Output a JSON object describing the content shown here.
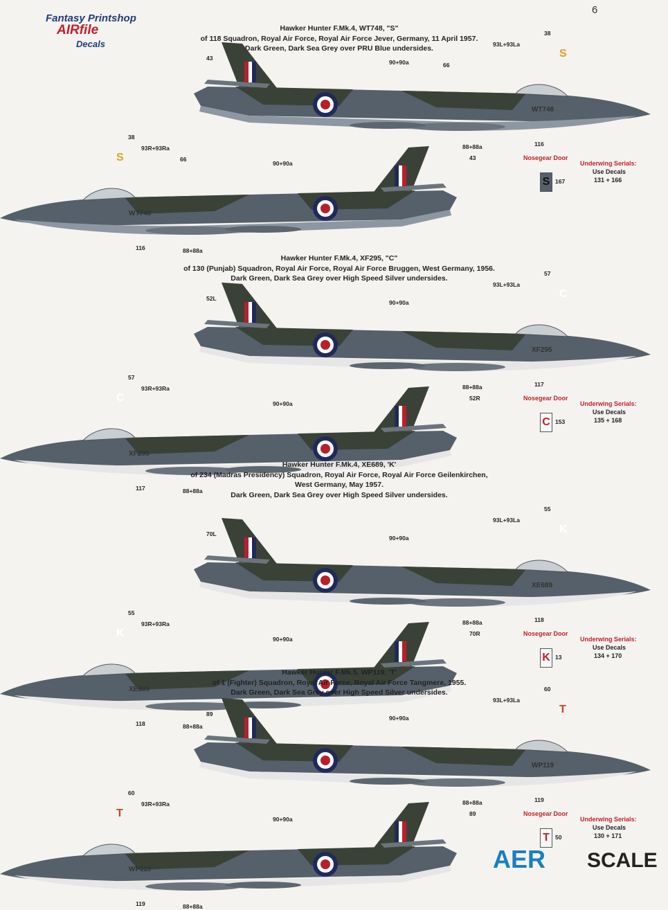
{
  "page_number": "6",
  "brand": {
    "line1": "Fantasy Printshop",
    "line2": "AIRfile",
    "line3": "Decals"
  },
  "watermark": {
    "aero": "AER",
    "scale": "SCALE"
  },
  "profiles": [
    {
      "caption": [
        "Hawker Hunter F.Mk.4, WT748, \"S\"",
        "of 118 Squadron, Royal Air Force, Royal Air Force Jever, Germany, 11 April 1957.",
        "Dark Green, Dark Sea Grey over PRU Blue undersides."
      ],
      "code": "S",
      "code_color": "#e0a020",
      "serial": "WT748",
      "under_color": "#8d97a2",
      "port_callouts": {
        "fin": "38",
        "flash": "93L+93La",
        "cockpit": "43",
        "mid": "90+90a",
        "marking": "66",
        "roundel": "88+88a",
        "serial": "116"
      },
      "star_callouts": {
        "fin": "38",
        "flash": "93R+93Ra",
        "cockpit": "43",
        "mid": "90+90a",
        "marking": "66",
        "roundel": "88+88a",
        "serial": "116"
      },
      "door": {
        "head": "Nosegear Door",
        "letter": "S",
        "number": "167",
        "dark": true
      },
      "underwing": {
        "head": "Underwing Serials:",
        "line": "Use Decals",
        "nums": "131 + 166"
      }
    },
    {
      "caption": [
        "Hawker Hunter F.Mk.4, XF295, \"C\"",
        "of 130 (Punjab) Squadron, Royal Air Force, Royal Air Force Bruggen, West Germany, 1956.",
        "Dark Green, Dark Sea Grey over High Speed Silver undersides."
      ],
      "code": "C",
      "code_color": "#ffffff",
      "serial": "XF295",
      "under_color": "#e6e6e6",
      "port_callouts": {
        "fin": "57",
        "flash": "93L+93La",
        "cockpit": "52L",
        "mid": "90+90a",
        "marking": "",
        "roundel": "88+88a",
        "serial": "117"
      },
      "star_callouts": {
        "fin": "57",
        "flash": "93R+93Ra",
        "cockpit": "52R",
        "mid": "90+90a",
        "marking": "",
        "roundel": "88+88a",
        "serial": "117"
      },
      "door": {
        "head": "Nosegear Door",
        "letter": "C",
        "number": "153",
        "dark": false
      },
      "underwing": {
        "head": "Underwing Serials:",
        "line": "Use Decals",
        "nums": "135 + 168"
      }
    },
    {
      "caption": [
        "Hawker Hunter F.Mk.4, XE689, 'K'",
        "of 234 (Madras Presidency) Squadron, Royal Air Force, Royal Air Force Geilenkirchen,",
        "West Germany, May 1957.",
        "Dark Green, Dark Sea Grey over High Speed Silver undersides."
      ],
      "code": "K",
      "code_color": "#ffffff",
      "serial": "XE689",
      "under_color": "#e6e6e6",
      "port_callouts": {
        "fin": "55",
        "flash": "93L+93La",
        "cockpit": "70L",
        "mid": "90+90a",
        "marking": "",
        "roundel": "88+88a",
        "serial": "118"
      },
      "star_callouts": {
        "fin": "55",
        "flash": "93R+93Ra",
        "cockpit": "70R",
        "mid": "90+90a",
        "marking": "",
        "roundel": "88+88a",
        "serial": "118"
      },
      "door": {
        "head": "Nosegear Door",
        "letter": "K",
        "number": "13",
        "dark": false
      },
      "underwing": {
        "head": "Underwing Serials:",
        "line": "Use Decals",
        "nums": "134 + 170"
      }
    },
    {
      "caption": [
        "Hawker Hunter F.Mk.5, WP119, 'T'",
        "of 1 (Fighter) Squadron, Royal Air Force, Royal Air Force Tangmere, 1955.",
        "Dark Green, Dark Sea Grey over High Speed Silver undersides."
      ],
      "code": "T",
      "code_color": "#d2402a",
      "serial": "WP119",
      "under_color": "#e6e6e6",
      "port_callouts": {
        "fin": "60",
        "flash": "93L+93La",
        "cockpit": "89",
        "mid": "90+90a",
        "marking": "",
        "roundel": "88+88a",
        "serial": "119"
      },
      "star_callouts": {
        "fin": "60",
        "flash": "93R+93Ra",
        "cockpit": "89",
        "mid": "90+90a",
        "marking": "",
        "roundel": "88+88a",
        "serial": "119"
      },
      "door": {
        "head": "Nosegear Door",
        "letter": "T",
        "number": "50",
        "dark": false
      },
      "underwing": {
        "head": "Underwing Serials:",
        "line": "Use Decals",
        "nums": "130 + 171"
      }
    }
  ],
  "colors": {
    "dark_green": "#3a4238",
    "dark_sea_grey": "#55606a",
    "roundel_blue": "#1f2a5a",
    "roundel_red": "#b81f2a",
    "callout_red": "#c0222b"
  }
}
